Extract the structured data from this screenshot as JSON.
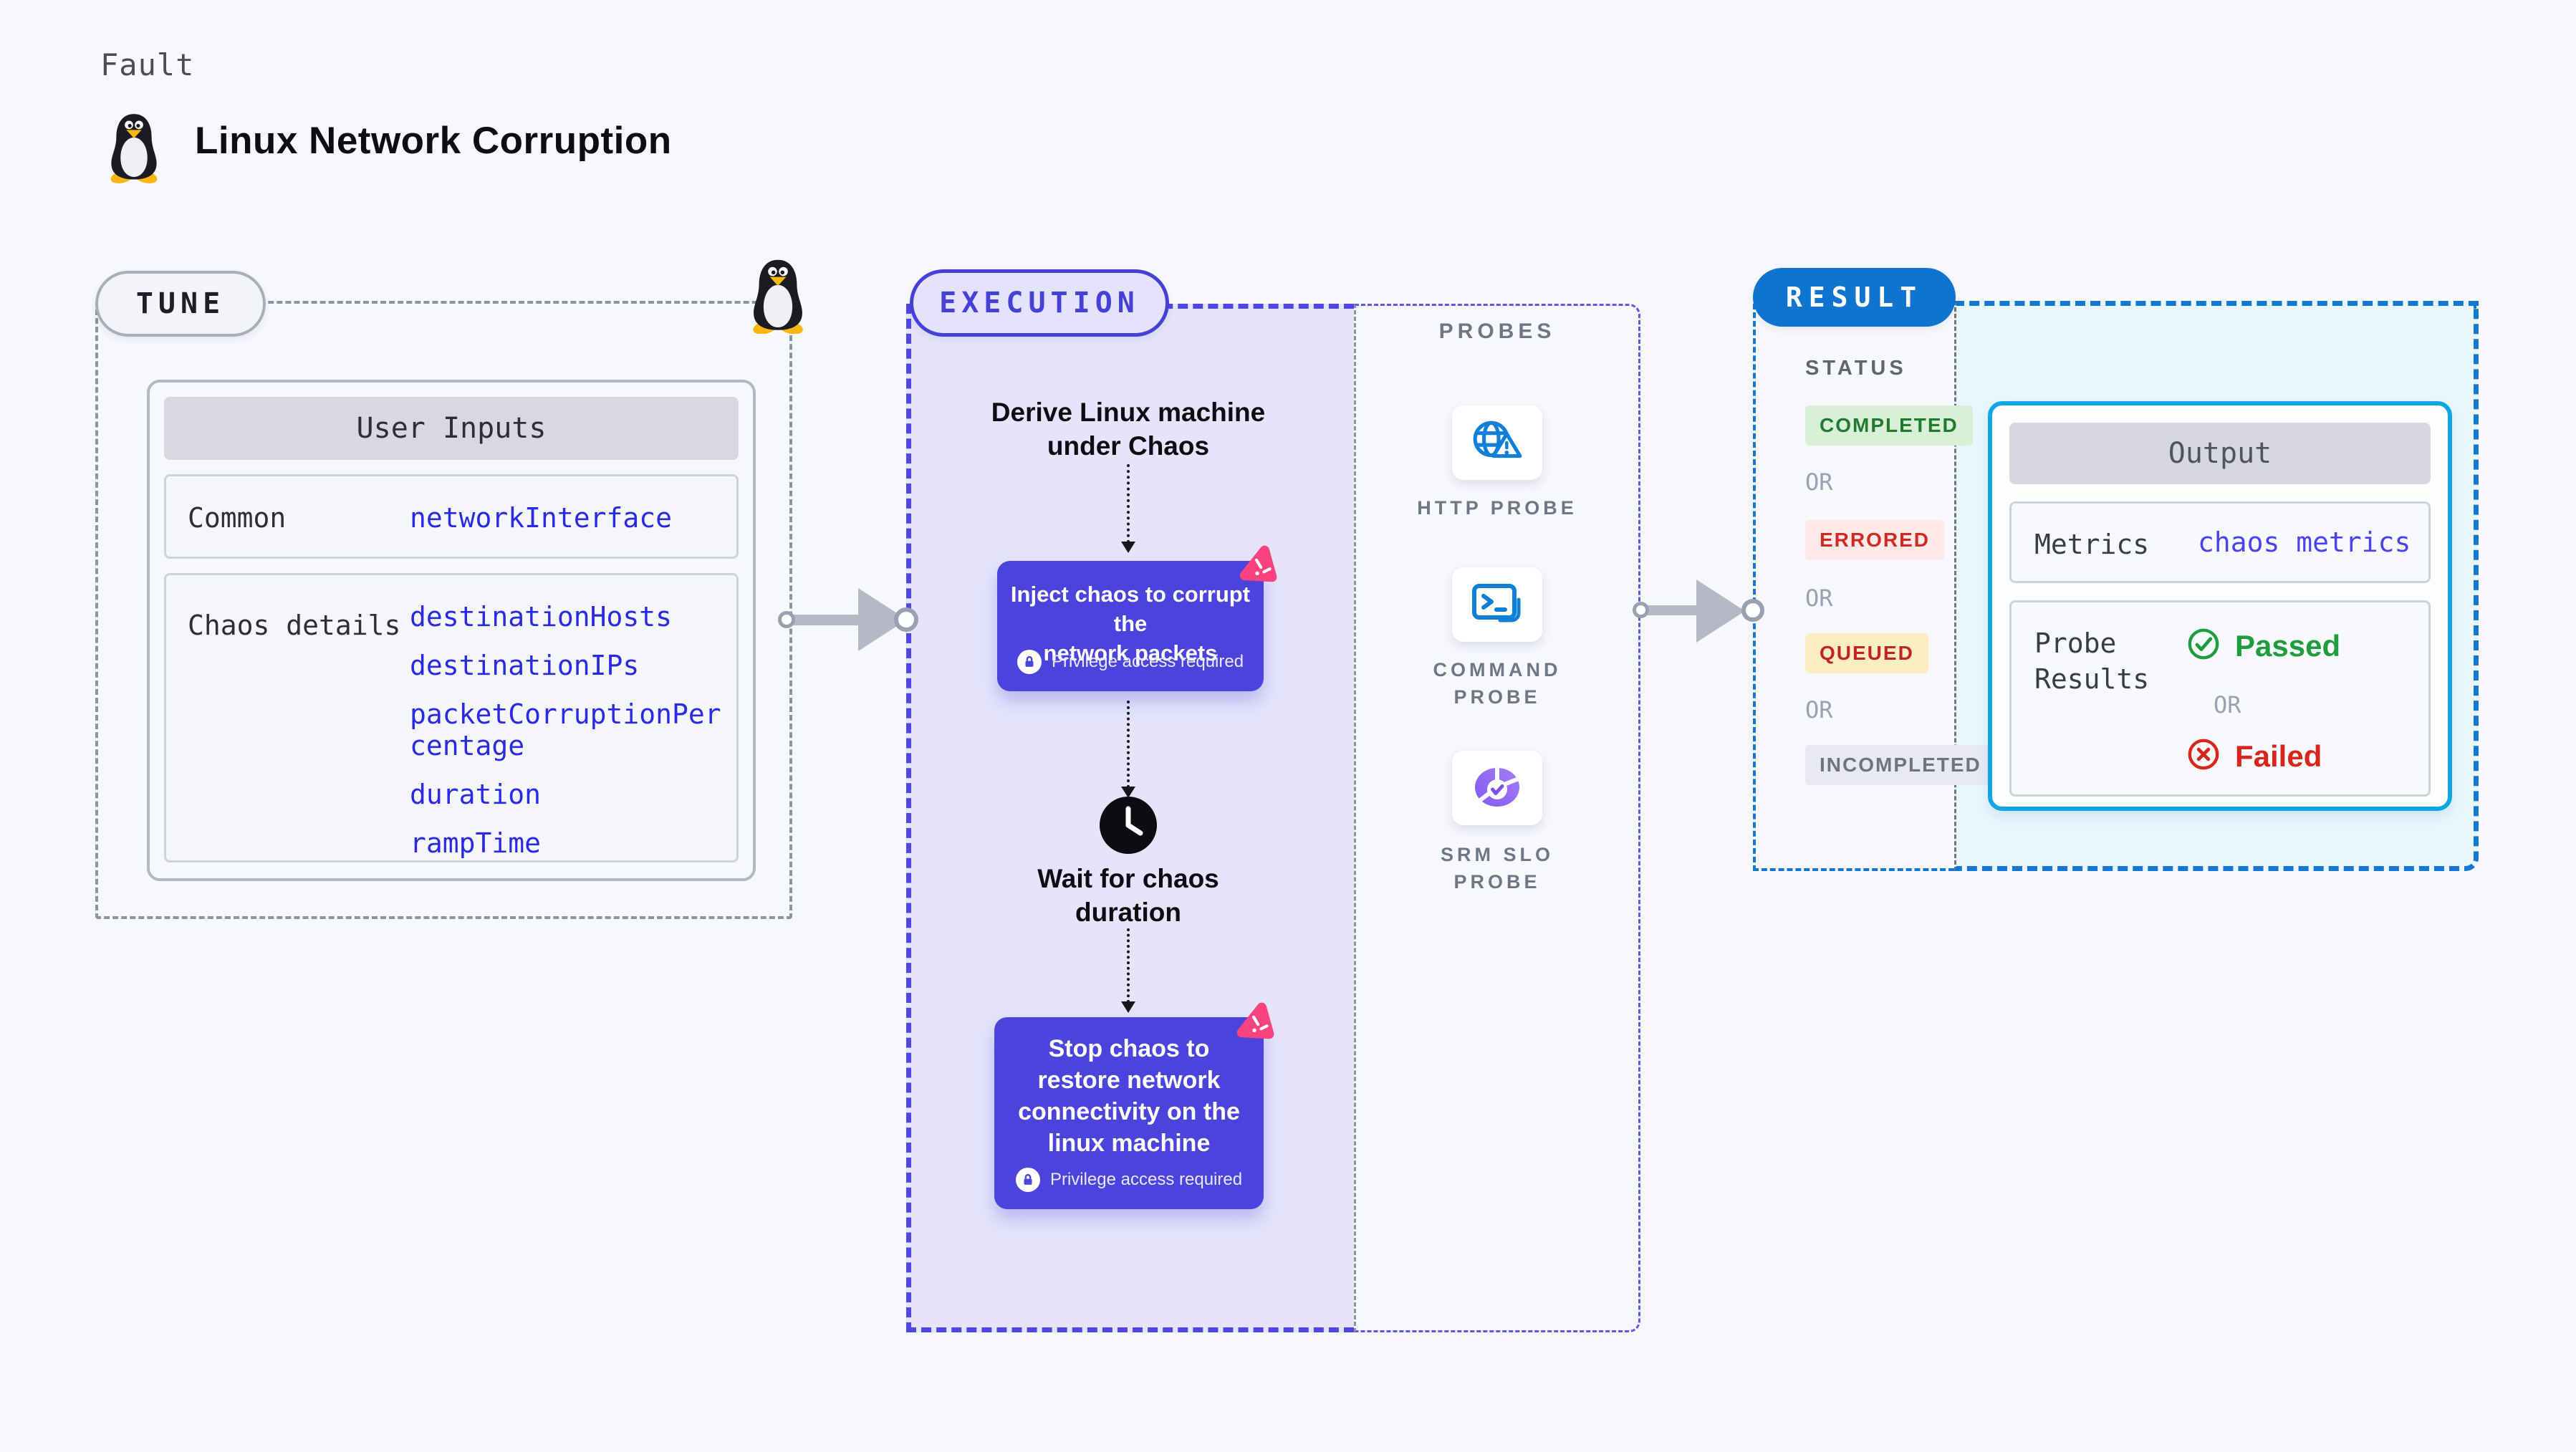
{
  "header": {
    "eyebrow": "Fault",
    "title": "Linux Network Corruption",
    "logo": "tux-penguin-icon"
  },
  "tune": {
    "badge": "TUNE",
    "user_inputs": {
      "title": "User Inputs",
      "rows": [
        {
          "label": "Common",
          "values": [
            "networkInterface"
          ]
        },
        {
          "label": "Chaos details",
          "values": [
            "destinationHosts",
            "destinationIPs",
            "packetCorruptionPercentage",
            "duration",
            "rampTime"
          ]
        }
      ]
    }
  },
  "execution": {
    "badge": "EXECUTION",
    "steps": {
      "derive": "Derive Linux machine\nunder Chaos",
      "inject": {
        "title": "Inject chaos to corrupt the\nnetwork packets",
        "note": "Privilege access required"
      },
      "wait": "Wait for chaos\nduration",
      "stop": {
        "title": "Stop chaos to\nrestore network\nconnectivity on the\nlinux machine",
        "note": "Privilege access required"
      }
    },
    "probes": {
      "label": "PROBES",
      "items": [
        {
          "name": "HTTP PROBE",
          "icon": "globe-warning-icon"
        },
        {
          "name": "COMMAND\nPROBE",
          "icon": "terminal-icon"
        },
        {
          "name": "SRM SLO\nPROBE",
          "icon": "slo-chart-icon"
        }
      ]
    }
  },
  "result": {
    "badge": "RESULT",
    "status": {
      "label": "STATUS",
      "separator": "OR",
      "items": [
        "COMPLETED",
        "ERRORED",
        "QUEUED",
        "INCOMPLETED"
      ]
    },
    "output": {
      "title": "Output",
      "metrics": {
        "label": "Metrics",
        "value": "chaos metrics"
      },
      "probe_results": {
        "label": "Probe\nResults",
        "passed": "Passed",
        "separator": "OR",
        "failed": "Failed"
      }
    }
  },
  "colors": {
    "indigo_accent": "#4a43dc",
    "execution_border": "#4f46e5",
    "lavender_bg": "#e5e4fb",
    "result_blue": "#0e74d0",
    "output_cyan_border": "#10a6e6",
    "cyan_bg": "#e9f6fd",
    "probe_icon_blue": "#0f7fd8",
    "pink_logo": "#f8437e",
    "passed_green": "#1f9c3d",
    "failed_red": "#d8261c",
    "code_blue": "#2a2ae4"
  }
}
